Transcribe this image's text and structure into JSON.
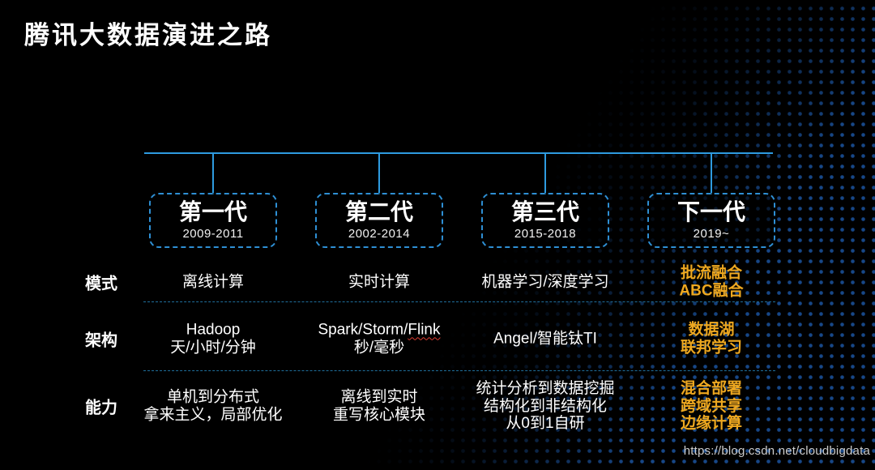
{
  "slide": {
    "title": "腾讯大数据演进之路",
    "watermark": "https://blog.csdn.net/cloudbigdata"
  },
  "colors": {
    "background": "#000000",
    "timeline_blue": "#2E9BE0",
    "box_border_blue": "#2E8FD4",
    "separator_blue": "#1F6E9C",
    "highlight_orange": "#EEA820",
    "dot_blue": "#174787",
    "watermark_gray": "#CCCCCC",
    "spellcheck_red": "#E03C31",
    "text_white": "#FFFFFF"
  },
  "generations": [
    {
      "name": "第一代",
      "years": "2009-2011"
    },
    {
      "name": "第二代",
      "years": "2002-2014"
    },
    {
      "name": "第三代",
      "years": "2015-2018"
    },
    {
      "name": "下一代",
      "years": "2019~"
    }
  ],
  "rows": [
    {
      "label": "模式",
      "cells": [
        {
          "lines": [
            "离线计算"
          ],
          "highlight": false
        },
        {
          "lines": [
            "实时计算"
          ],
          "highlight": false
        },
        {
          "lines": [
            "机器学习/深度学习"
          ],
          "highlight": false
        },
        {
          "lines": [
            "批流融合",
            "ABC融合"
          ],
          "highlight": true
        }
      ]
    },
    {
      "label": "架构",
      "cells": [
        {
          "lines": [
            "Hadoop",
            "天/小时/分钟"
          ],
          "highlight": false
        },
        {
          "lines": [
            "Spark/Storm/Flink",
            "秒/毫秒"
          ],
          "highlight": false,
          "wavy_word": "Flink"
        },
        {
          "lines": [
            "Angel/智能钛TI"
          ],
          "highlight": false
        },
        {
          "lines": [
            "数据湖",
            "联邦学习"
          ],
          "highlight": true
        }
      ]
    },
    {
      "label": "能力",
      "cells": [
        {
          "lines": [
            "单机到分布式",
            "拿来主义，局部优化"
          ],
          "highlight": false
        },
        {
          "lines": [
            "离线到实时",
            "重写核心模块"
          ],
          "highlight": false
        },
        {
          "lines": [
            "统计分析到数据挖掘",
            "结构化到非结构化",
            "从0到1自研"
          ],
          "highlight": false
        },
        {
          "lines": [
            "混合部署",
            "跨域共享",
            "边缘计算"
          ],
          "highlight": true
        }
      ]
    }
  ]
}
